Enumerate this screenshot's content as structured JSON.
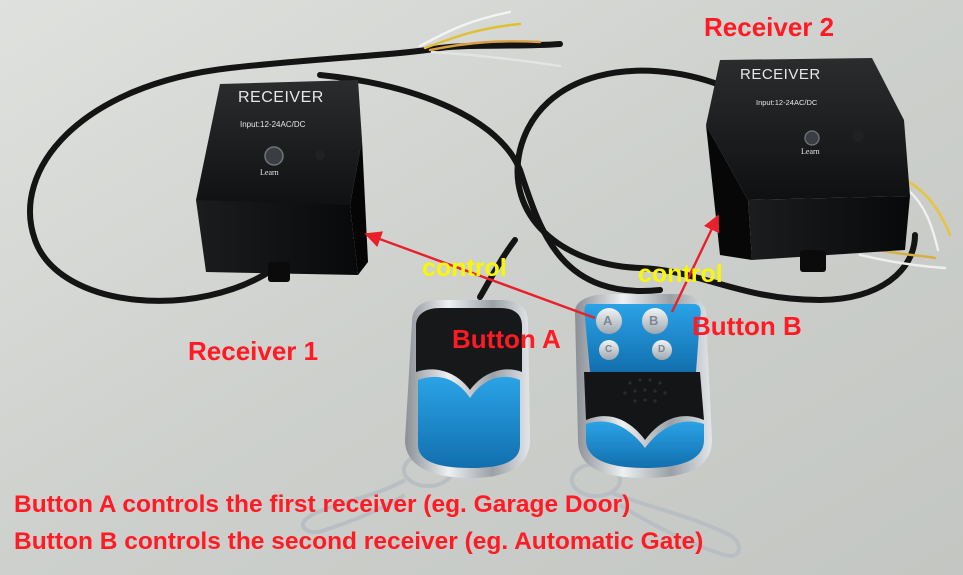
{
  "receiver_1": {
    "caption": "Receiver 1",
    "housing_title": "RECEIVER",
    "housing_input": "Input:12-24AC/DC",
    "learn_label": "Learn"
  },
  "receiver_2": {
    "caption": "Receiver 2",
    "housing_title": "RECEIVER",
    "housing_input": "Input:12-24AC/DC",
    "learn_label": "Learn"
  },
  "annotations": {
    "control_left": "control",
    "control_right": "control",
    "button_a": "Button A",
    "button_b": "Button B"
  },
  "remote_buttons": {
    "a": "A",
    "b": "B",
    "c": "C",
    "d": "D"
  },
  "captions": {
    "line_1": "Button A controls the first receiver (eg. Garage Door)",
    "line_2": "Button B controls the second receiver (eg. Automatic Gate)"
  },
  "colors": {
    "annotation_red": "#ff1a24",
    "control_yellow": "#f8f800",
    "remote_blue": "#1e8fd6",
    "housing_black": "#151617"
  }
}
